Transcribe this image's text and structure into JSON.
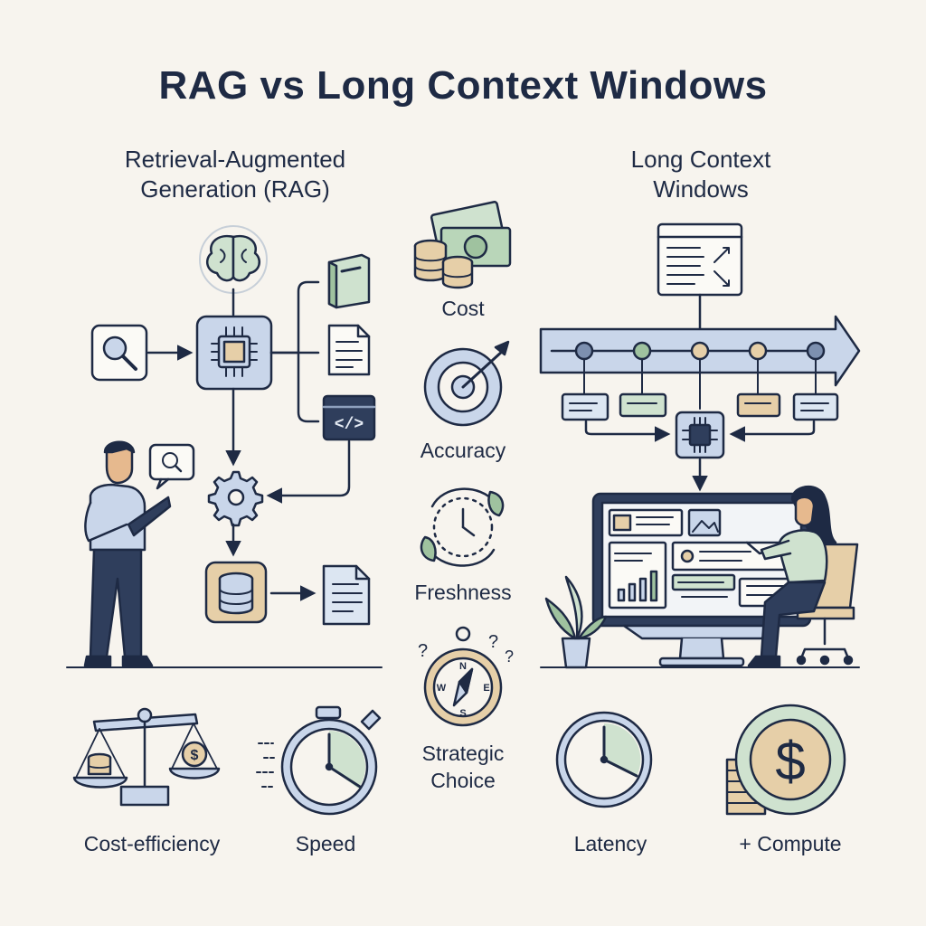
{
  "title": "RAG vs Long Context Windows",
  "left_heading": "Retrieval-Augmented Generation (RAG)",
  "right_heading": "Long Context Windows",
  "center_labels": [
    "Cost",
    "Accuracy",
    "Freshness",
    "Strategic Choice"
  ],
  "bottom_left_labels": [
    "Cost-efficiency",
    "Speed"
  ],
  "bottom_right_labels": [
    "Latency",
    "+ Compute"
  ],
  "compass_letters": [
    "N",
    "W",
    "E",
    "S"
  ],
  "code_glyph": "</>",
  "dollar_glyph": "$",
  "colors": {
    "ink": "#1e2a44",
    "blue": "#c9d6ea",
    "green": "#cfe2cf",
    "tan": "#e6cfa8",
    "background": "#f7f4ee"
  }
}
